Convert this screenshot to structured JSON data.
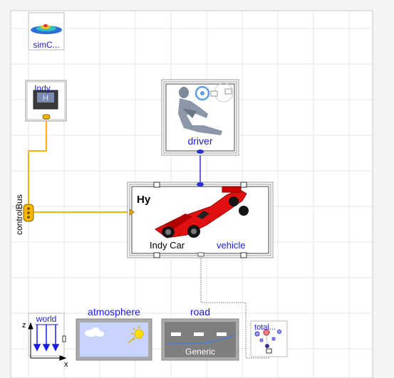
{
  "components": {
    "sim_control": {
      "label": "simC..."
    },
    "indy_controller": {
      "label": "Indy...",
      "icon_text": "H"
    },
    "driver": {
      "label": "driver"
    },
    "vehicle": {
      "title": "Hy",
      "model_text": "Indy Car",
      "name_label": "vehicle"
    },
    "control_bus": {
      "label": "controlBus"
    },
    "world": {
      "label": "world",
      "axis_z": "z",
      "axis_x": "x"
    },
    "atmosphere": {
      "label": "atmosphere"
    },
    "road": {
      "label": "road",
      "surface_text": "Generic"
    },
    "total": {
      "label": "total..."
    }
  },
  "colors": {
    "label_blue": "#1a1ae6",
    "bus_orange": "#f5b400",
    "connector_blue": "#3030d0",
    "car_red": "#e01010",
    "sky": "#c8d4ff",
    "road_gray": "#7f7f7f"
  }
}
